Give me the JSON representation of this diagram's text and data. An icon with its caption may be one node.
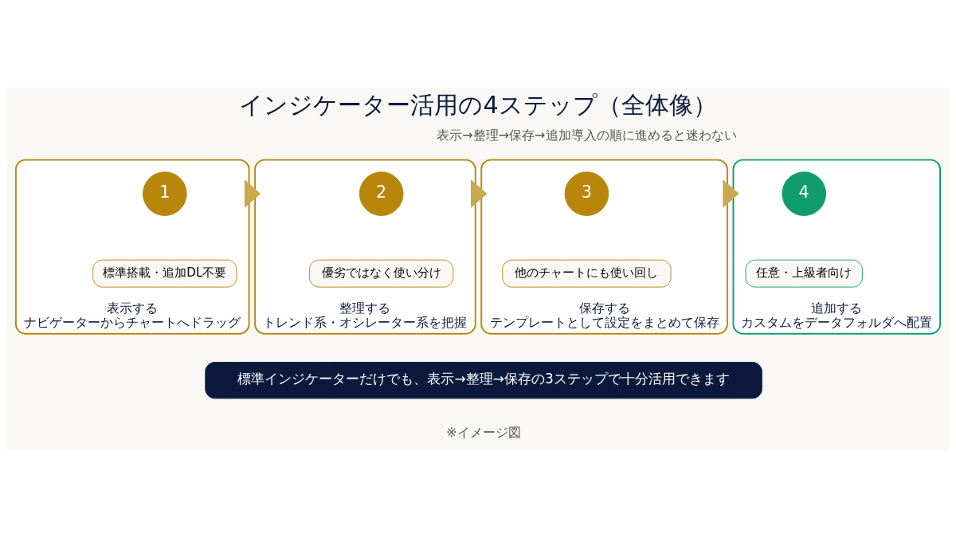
{
  "diagram": {
    "title": "インジケーター活用の4ステップ（全体像）",
    "nodes": [
      {
        "text": [
          "表示する",
          "ナビゲーターからチャートへドラッグ"
        ]
      },
      {
        "text": [
          "1"
        ],
        "in": 0
      },
      {
        "text": [
          "標準搭載・追加DL不要"
        ],
        "in": 0
      },
      {
        "text": [
          "整理する",
          "トレンド系・オシレーター系を把握"
        ]
      },
      {
        "text": [
          "2"
        ],
        "in": 3
      },
      {
        "text": [
          "優劣ではなく使い分け"
        ],
        "in": 3
      },
      {
        "text": [
          "保存する",
          "テンプレートとして設定をまとめて保存"
        ]
      },
      {
        "text": [
          "3"
        ],
        "in": 6
      },
      {
        "text": [
          "他のチャートにも使い回し"
        ],
        "in": 6
      },
      {
        "text": [
          "追加する",
          "カスタムをデータフォルダへ配置"
        ]
      },
      {
        "text": [
          "4"
        ],
        "in": 9
      },
      {
        "text": [
          "任意・上級者向け"
        ],
        "in": 9
      },
      {
        "text": [
          "標準インジケーターだけでも、表示→整理→保存の3ステップで十分活用できます"
        ]
      }
    ],
    "edges": [
      {
        "from": 0,
        "to": 3,
        "arrow": "to",
        "style": "thick"
      },
      {
        "from": 3,
        "to": 6,
        "arrow": "to",
        "style": "thick"
      },
      {
        "from": 6,
        "to": 9,
        "arrow": "to",
        "style": "thick"
      }
    ],
    "labels": [
      "表示→整理→保存→追加導入の順に進めると迷わない",
      "※イメージ図"
    ]
  }
}
